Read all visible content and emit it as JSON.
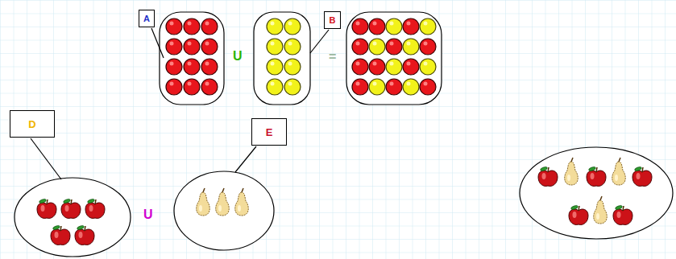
{
  "diagram": {
    "nodes": [
      {
        "text": [
          "A"
        ]
      },
      {
        "text": [
          "B"
        ]
      },
      {
        "text": [
          "D"
        ]
      },
      {
        "text": [
          "E"
        ]
      }
    ],
    "labels": [
      "U",
      "=",
      "U"
    ]
  }
}
